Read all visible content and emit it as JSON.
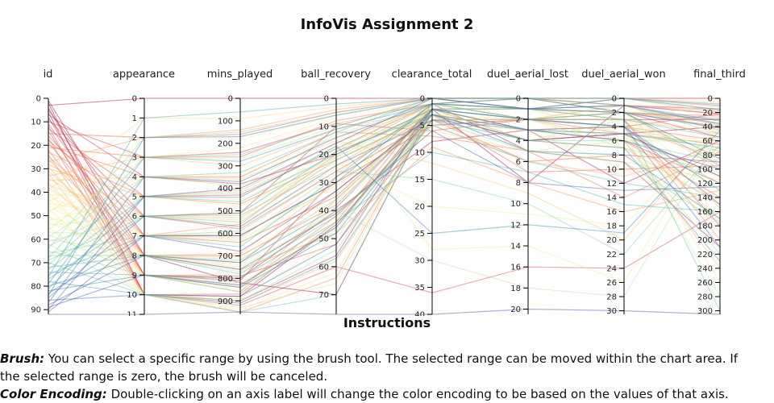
{
  "page": {
    "title": "InfoVis Assignment 2",
    "instructions_title": "Instructions",
    "brush_label": "Brush:",
    "brush_text": " You can select a specific range by using the brush tool. The selected range can be moved within the chart area. If the selected range is zero, the brush will be canceled.",
    "color_label": "Color Encoding:",
    "color_text": " Double-clicking on an axis label will change the color encoding to be based on the values of that axis."
  },
  "chart_data": {
    "type": "parallel_coordinates",
    "title": "InfoVis Assignment 2",
    "color_scheme": "spectral",
    "colors": [
      "#9e0142",
      "#d53e4f",
      "#f46d43",
      "#fdae61",
      "#fee08b",
      "#e6f598",
      "#abdda4",
      "#66c2a5",
      "#3288bd",
      "#5e4fa2"
    ],
    "color_encoding_dimension": "id",
    "axes": [
      {
        "name": "id",
        "domain": [
          0,
          92
        ],
        "ticks": [
          0,
          10,
          20,
          30,
          40,
          50,
          60,
          70,
          80,
          90
        ]
      },
      {
        "name": "appearance",
        "domain": [
          0,
          11
        ],
        "ticks": [
          0,
          1,
          2,
          3,
          4,
          5,
          6,
          7,
          8,
          9,
          10,
          11
        ]
      },
      {
        "name": "mins_played",
        "domain": [
          0,
          960
        ],
        "ticks": [
          0,
          100,
          200,
          300,
          400,
          500,
          600,
          700,
          800,
          900
        ]
      },
      {
        "name": "ball_recovery",
        "domain": [
          0,
          77
        ],
        "ticks": [
          0,
          10,
          20,
          30,
          40,
          50,
          60,
          70
        ]
      },
      {
        "name": "clearance_total",
        "domain": [
          0,
          40
        ],
        "ticks": [
          0,
          5,
          10,
          15,
          20,
          25,
          30,
          35,
          40
        ]
      },
      {
        "name": "duel_aerial_lost",
        "domain": [
          0,
          20.5
        ],
        "ticks": [
          0,
          2,
          4,
          6,
          8,
          10,
          12,
          14,
          16,
          18,
          20
        ]
      },
      {
        "name": "duel_aerial_won",
        "domain": [
          0,
          30.5
        ],
        "ticks": [
          0,
          2,
          4,
          6,
          8,
          10,
          12,
          14,
          16,
          18,
          20,
          22,
          24,
          26,
          28,
          30
        ]
      },
      {
        "name": "final_third",
        "domain": [
          0,
          305
        ],
        "ticks": [
          0,
          20,
          40,
          60,
          80,
          100,
          120,
          140,
          160,
          180,
          200,
          220,
          240,
          260,
          280,
          300
        ]
      }
    ],
    "records": [
      [
        1,
        8,
        820,
        70,
        2,
        8,
        1,
        22
      ],
      [
        2,
        10,
        880,
        45,
        3,
        4,
        5,
        40
      ],
      [
        3,
        0,
        0,
        0,
        0,
        0,
        0,
        0
      ],
      [
        4,
        9,
        800,
        40,
        8,
        3,
        12,
        60
      ],
      [
        5,
        7,
        610,
        30,
        5,
        2,
        3,
        30
      ],
      [
        6,
        10,
        900,
        56,
        1,
        5,
        9,
        210
      ],
      [
        7,
        4,
        380,
        20,
        2,
        1,
        2,
        55
      ],
      [
        8,
        9,
        810,
        28,
        4,
        6,
        8,
        90
      ],
      [
        9,
        6,
        510,
        10,
        0,
        0,
        1,
        15
      ],
      [
        10,
        3,
        240,
        9,
        6,
        2,
        4,
        22
      ],
      [
        11,
        8,
        730,
        33,
        3,
        3,
        6,
        120
      ],
      [
        12,
        10,
        920,
        60,
        36,
        16,
        24,
        160
      ],
      [
        13,
        5,
        430,
        18,
        1,
        2,
        2,
        40
      ],
      [
        14,
        9,
        790,
        52,
        4,
        2,
        3,
        180
      ],
      [
        15,
        2,
        160,
        5,
        0,
        1,
        0,
        10
      ],
      [
        16,
        7,
        640,
        35,
        2,
        4,
        5,
        65
      ],
      [
        17,
        10,
        870,
        44,
        1,
        1,
        2,
        30
      ],
      [
        18,
        6,
        580,
        26,
        3,
        7,
        10,
        95
      ],
      [
        19,
        8,
        700,
        38,
        2,
        3,
        6,
        140
      ],
      [
        20,
        4,
        350,
        12,
        7,
        5,
        14,
        75
      ],
      [
        21,
        3,
        260,
        8,
        1,
        0,
        2,
        25
      ],
      [
        22,
        9,
        840,
        42,
        4,
        2,
        5,
        110
      ],
      [
        23,
        5,
        470,
        22,
        3,
        3,
        4,
        60
      ],
      [
        24,
        10,
        950,
        64,
        2,
        1,
        3,
        200
      ],
      [
        25,
        7,
        560,
        20,
        1,
        2,
        1,
        45
      ],
      [
        26,
        8,
        760,
        48,
        9,
        8,
        16,
        130
      ],
      [
        27,
        2,
        140,
        4,
        0,
        0,
        1,
        18
      ],
      [
        28,
        6,
        520,
        24,
        2,
        3,
        4,
        85
      ],
      [
        29,
        9,
        860,
        36,
        3,
        4,
        7,
        150
      ],
      [
        30,
        5,
        410,
        16,
        1,
        1,
        2,
        35
      ],
      [
        31,
        8,
        690,
        30,
        5,
        6,
        11,
        70
      ],
      [
        32,
        10,
        910,
        58,
        4,
        2,
        6,
        240
      ],
      [
        33,
        3,
        300,
        11,
        2,
        1,
        3,
        50
      ],
      [
        34,
        7,
        620,
        27,
        1,
        2,
        2,
        100
      ],
      [
        35,
        4,
        360,
        15,
        12,
        9,
        20,
        40
      ],
      [
        36,
        9,
        830,
        46,
        3,
        3,
        5,
        170
      ],
      [
        37,
        6,
        540,
        19,
        0,
        1,
        0,
        20
      ],
      [
        38,
        8,
        750,
        41,
        6,
        5,
        9,
        115
      ],
      [
        39,
        1,
        90,
        3,
        0,
        0,
        0,
        5
      ],
      [
        40,
        10,
        940,
        62,
        2,
        4,
        4,
        260
      ],
      [
        41,
        5,
        450,
        21,
        3,
        2,
        6,
        55
      ],
      [
        42,
        7,
        600,
        32,
        1,
        1,
        2,
        90
      ],
      [
        43,
        9,
        780,
        39,
        4,
        6,
        8,
        145
      ],
      [
        44,
        3,
        220,
        7,
        28,
        14,
        26,
        30
      ],
      [
        45,
        6,
        560,
        25,
        2,
        2,
        3,
        80
      ],
      [
        46,
        8,
        710,
        34,
        3,
        4,
        7,
        125
      ],
      [
        47,
        10,
        890,
        50,
        1,
        2,
        1,
        190
      ],
      [
        48,
        4,
        340,
        14,
        2,
        1,
        3,
        45
      ],
      [
        49,
        2,
        180,
        6,
        1,
        0,
        2,
        15
      ],
      [
        50,
        9,
        850,
        43,
        5,
        3,
        10,
        165
      ],
      [
        51,
        7,
        650,
        29,
        2,
        3,
        4,
        70
      ],
      [
        52,
        5,
        480,
        23,
        20,
        11,
        18,
        35
      ],
      [
        53,
        8,
        740,
        37,
        1,
        2,
        2,
        135
      ],
      [
        54,
        6,
        500,
        17,
        3,
        5,
        6,
        60
      ],
      [
        55,
        10,
        930,
        66,
        2,
        1,
        5,
        280
      ],
      [
        56,
        3,
        270,
        10,
        0,
        1,
        0,
        20
      ],
      [
        57,
        7,
        630,
        31,
        4,
        2,
        7,
        105
      ],
      [
        58,
        9,
        820,
        47,
        2,
        4,
        3,
        155
      ],
      [
        59,
        4,
        390,
        13,
        1,
        0,
        2,
        40
      ],
      [
        60,
        8,
        770,
        40,
        30,
        18,
        28,
        50
      ],
      [
        61,
        6,
        530,
        21,
        2,
        2,
        4,
        75
      ],
      [
        62,
        10,
        900,
        54,
        3,
        3,
        6,
        220
      ],
      [
        63,
        5,
        420,
        18,
        1,
        1,
        1,
        50
      ],
      [
        64,
        2,
        150,
        5,
        0,
        0,
        0,
        12
      ],
      [
        65,
        9,
        860,
        45,
        4,
        5,
        9,
        175
      ],
      [
        66,
        7,
        590,
        26,
        15,
        10,
        22,
        65
      ],
      [
        67,
        8,
        720,
        36,
        2,
        3,
        5,
        120
      ],
      [
        68,
        3,
        250,
        9,
        1,
        1,
        2,
        28
      ],
      [
        69,
        6,
        550,
        22,
        3,
        4,
        6,
        90
      ],
      [
        70,
        10,
        950,
        70,
        2,
        2,
        3,
        300
      ],
      [
        71,
        4,
        330,
        12,
        0,
        0,
        1,
        38
      ],
      [
        72,
        8,
        780,
        42,
        5,
        6,
        12,
        140
      ],
      [
        73,
        5,
        460,
        20,
        2,
        1,
        3,
        55
      ],
      [
        74,
        9,
        800,
        44,
        10,
        7,
        15,
        160
      ],
      [
        75,
        7,
        660,
        28,
        1,
        2,
        2,
        95
      ],
      [
        76,
        1,
        60,
        2,
        0,
        0,
        0,
        8
      ],
      [
        77,
        6,
        510,
        19,
        3,
        3,
        5,
        70
      ],
      [
        78,
        10,
        910,
        57,
        4,
        4,
        7,
        230
      ],
      [
        79,
        3,
        280,
        11,
        1,
        1,
        1,
        32
      ],
      [
        80,
        8,
        730,
        39,
        2,
        2,
        4,
        130
      ],
      [
        81,
        5,
        440,
        17,
        25,
        12,
        19,
        45
      ],
      [
        82,
        9,
        840,
        48,
        3,
        5,
        8,
        170
      ],
      [
        83,
        7,
        610,
        30,
        1,
        1,
        2,
        85
      ],
      [
        84,
        2,
        170,
        6,
        0,
        1,
        0,
        16
      ],
      [
        85,
        6,
        570,
        24,
        4,
        3,
        6,
        100
      ],
      [
        86,
        10,
        880,
        52,
        2,
        2,
        4,
        210
      ],
      [
        87,
        4,
        370,
        14,
        1,
        0,
        2,
        42
      ],
      [
        88,
        8,
        760,
        41,
        6,
        8,
        13,
        125
      ],
      [
        89,
        9,
        830,
        46,
        2,
        3,
        4,
        150
      ],
      [
        90,
        5,
        400,
        16,
        0,
        1,
        1,
        36
      ],
      [
        91,
        7,
        680,
        33,
        3,
        4,
        5,
        110
      ],
      [
        92,
        11,
        950,
        77,
        40,
        20,
        30,
        305
      ]
    ]
  }
}
